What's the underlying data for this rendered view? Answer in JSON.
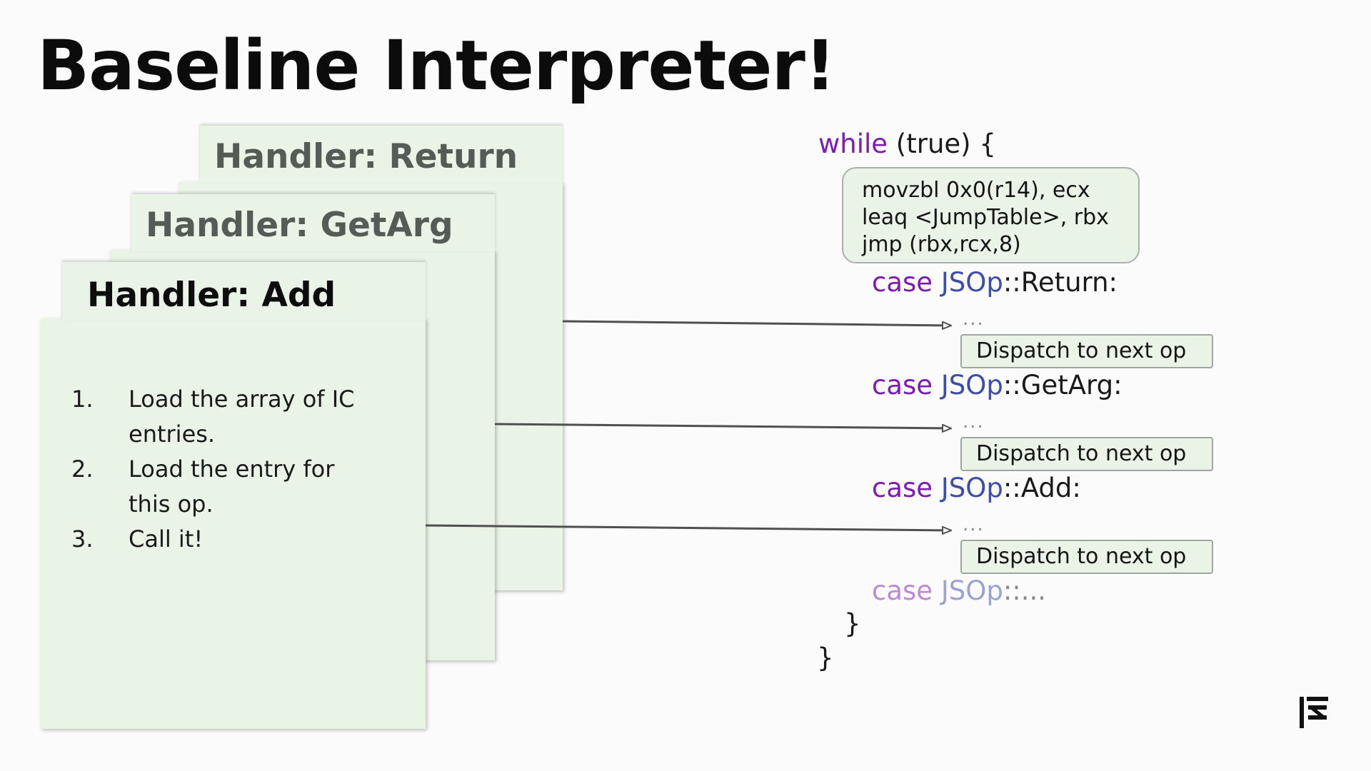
{
  "title": "Baseline Interpreter!",
  "handlers": {
    "return_title": "Handler: Return",
    "getarg_title": "Handler: GetArg",
    "add_title": "Handler: Add",
    "steps": [
      {
        "num": "1.",
        "text": "Load the array of IC entries."
      },
      {
        "num": "2.",
        "text": "Load the entry for this op."
      },
      {
        "num": "3.",
        "text": "Call it!"
      }
    ]
  },
  "code": {
    "while_kw": "while",
    "while_cond": " (true) {",
    "asm": [
      "movzbl 0x0(r14), ecx",
      "leaq <JumpTable>, rbx",
      "jmp (rbx,rcx,8)"
    ],
    "case_kw": "case",
    "case_type": " JSOp",
    "cases": [
      {
        "op": "::Return:"
      },
      {
        "op": "::GetArg:"
      },
      {
        "op": "::Add:"
      },
      {
        "op": "::..."
      }
    ],
    "ellipsis": "...",
    "dispatch_label": "Dispatch to next op",
    "close_switch": "}",
    "close_while": "}"
  },
  "colors": {
    "card_bg": "#e9f4e6",
    "keyword": "#7e1bb0",
    "type": "#3d4ea8",
    "arrow": "#505050"
  },
  "logo_icon": "mozilla-m-logo-icon"
}
